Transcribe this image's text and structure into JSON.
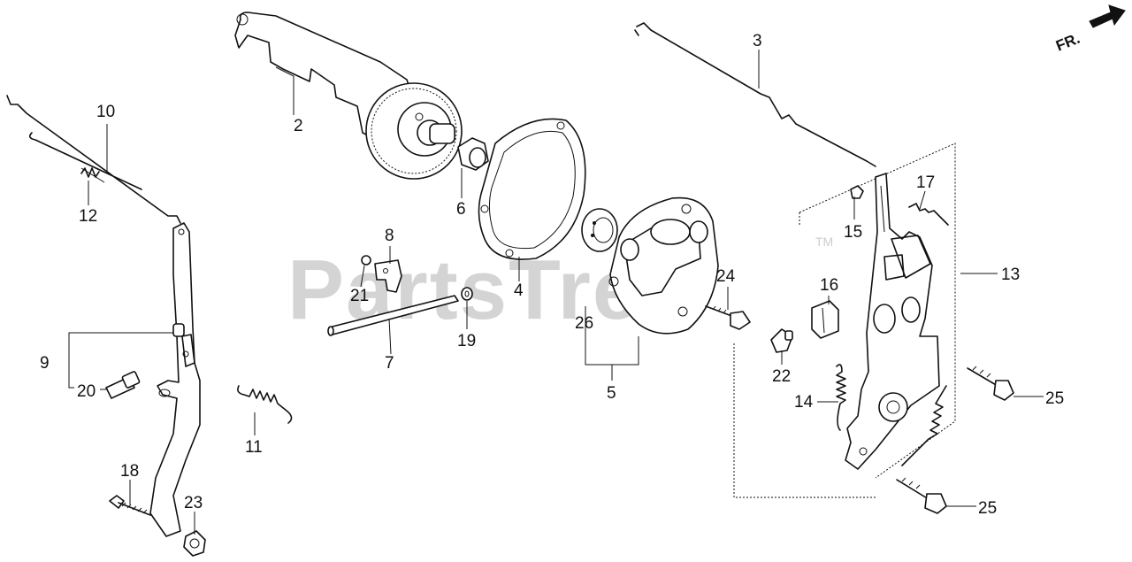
{
  "watermark": {
    "text": "PartsTree",
    "trademark": "TM"
  },
  "direction_indicator": {
    "label": "FR."
  },
  "callouts": {
    "p2": "2",
    "p3": "3",
    "p4": "4",
    "p5": "5",
    "p6": "6",
    "p7": "7",
    "p8": "8",
    "p9": "9",
    "p10": "10",
    "p11": "11",
    "p12": "12",
    "p13": "13",
    "p14": "14",
    "p15": "15",
    "p16": "16",
    "p17": "17",
    "p18": "18",
    "p19": "19",
    "p20": "20",
    "p21": "21",
    "p22": "22",
    "p23": "23",
    "p24": "24",
    "p25a": "25",
    "p25b": "25",
    "p26": "26"
  }
}
